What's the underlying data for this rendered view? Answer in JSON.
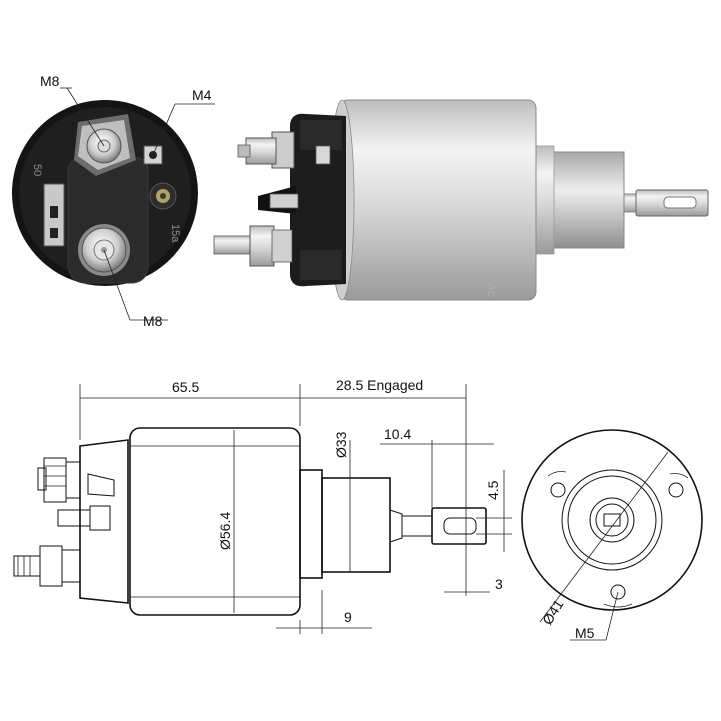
{
  "labels": {
    "end_view_top_terminal": "M8",
    "end_view_small_terminal": "M4",
    "end_view_bottom_terminal": "M8",
    "overall_length": "65.5",
    "engaged_length": "28.5 Engaged",
    "nose_diameter": "Ø33",
    "plunger_length": "10.4",
    "slot_width": "4.5",
    "body_diameter": "Ø56.4",
    "slot_thickness": "3",
    "nose_length": "9",
    "bolt_circle": "Ø41",
    "mount_thread": "M5"
  },
  "markings": {
    "terminal_50": "50",
    "terminal_15a": "15a",
    "body_mark": "AC"
  },
  "colors": {
    "ink": "#111111",
    "body_metal": "#d9d9d9",
    "dark_housing": "#1a1a1a"
  }
}
